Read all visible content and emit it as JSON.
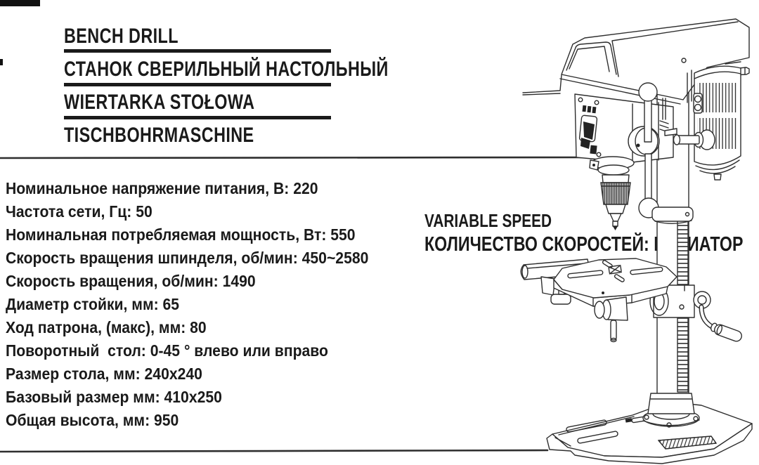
{
  "titles": [
    "BENCH DRILL",
    "СТАНОК СВЕРИЛЬНЫЙ НАСТОЛЬНЫЙ",
    "WIERTARKA STOŁOWA",
    "TISCHBOHRMASCHINE"
  ],
  "specs": [
    "Номинальное напряжение питания, В: 220",
    "Частота сети, Гц: 50",
    "Номинальная потребляемая мощность, Вт: 550",
    "Скорость вращения шпинделя, об/мин: 450~2580",
    "Скорость вращения, об/мин: 1490",
    "Диаметр стойки, мм: 65",
    "Ход патрона, (макс), мм: 80",
    "Поворотный  стол: 0-45 ° влево или вправо",
    "Размер стола, мм: 240x240",
    "Базовый размер мм: 410x250",
    "Общая высота, мм: 950"
  ],
  "feature": {
    "line1": "VARIABLE SPEED",
    "line2": "КОЛИЧЕСТВО СКОРОСТЕЙ: ВАРИАТОР"
  },
  "illustration_alt": "Bench drill press technical line drawing",
  "colors": {
    "ink": "#1a1a1a",
    "line": "#2e2e2e",
    "background": "#ffffff"
  }
}
